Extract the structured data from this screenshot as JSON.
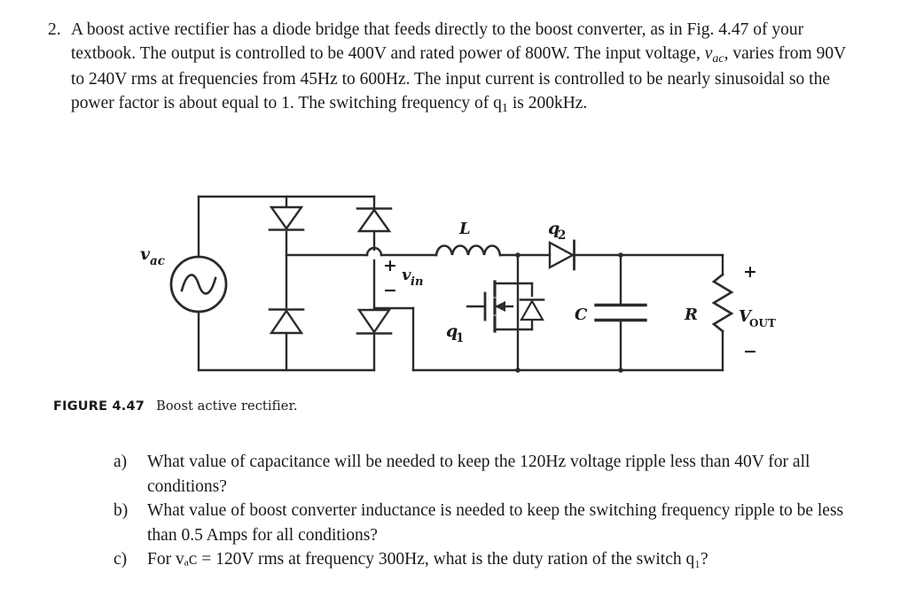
{
  "problem": {
    "number": "2.",
    "segments": [
      {
        "t": "A boost active rectifier has a diode bridge that feeds directly to the boost converter, as in Fig. 4.47 of your textbook. The output is controlled to be 400V and rated power of 800W. The input voltage, ",
        "s": "normal"
      },
      {
        "t": "v",
        "s": "italic"
      },
      {
        "t": "ac",
        "s": "italic-sub"
      },
      {
        "t": ", varies from 90V to 240V rms at frequencies from 45Hz to 600Hz. The input current is controlled to be nearly sinusoidal so the power factor is about equal to 1. The switching frequency of q",
        "s": "normal"
      },
      {
        "t": "1",
        "s": "sub"
      },
      {
        "t": " is 200kHz.",
        "s": "normal"
      }
    ]
  },
  "figure": {
    "caption_label": "FIGURE 4.47",
    "caption_text": "Boost active rectifier.",
    "labels": {
      "source": "v",
      "source_sub": "ac",
      "inductor": "L",
      "diode_q2": "q",
      "diode_q2_sub": "2",
      "switch_q1": "q",
      "switch_q1_sub": "1",
      "capacitor": "C",
      "resistor": "R",
      "vin": "v",
      "vin_sub": "in",
      "vout": "V",
      "vout_sub": "OUT",
      "plus_in": "+",
      "minus_in": "−",
      "plus_out": "+",
      "minus_out": "−"
    }
  },
  "questions": [
    {
      "marker": "a)",
      "text": "What value of capacitance will be needed to keep the 120Hz voltage ripple less than 40V for all conditions?"
    },
    {
      "marker": "b)",
      "text": "What value of boost converter inductance is needed to keep the switching frequency ripple to be less than 0.5 Amps for all conditions?"
    },
    {
      "marker": "c)",
      "text": "For vₐᴄ = 120V rms at frequency 300Hz, what is the duty ration of the switch q₁?"
    }
  ],
  "colors": {
    "ink": "#1a1a1a",
    "wire": "#2b2b2b",
    "page": "#ffffff"
  }
}
